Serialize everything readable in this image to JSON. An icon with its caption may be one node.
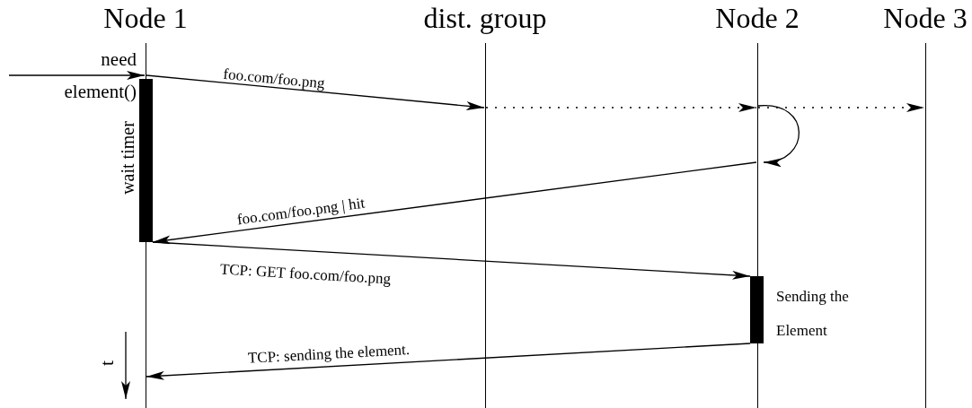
{
  "diagram": {
    "nodes": [
      {
        "text": [
          "Node 1"
        ]
      },
      {
        "text": [
          "dist. group"
        ]
      },
      {
        "text": [
          "Node 2"
        ]
      },
      {
        "text": [
          "Node 3"
        ]
      },
      {
        "text": [],
        "shape": "bar",
        "beside": [
          "wait timer"
        ]
      },
      {
        "text": [],
        "shape": "bar",
        "beside": [
          "Sending the Element"
        ]
      }
    ],
    "edges": [
      {
        "from": null,
        "to": 0,
        "arrow": "to",
        "label": "need element()"
      },
      {
        "from": 0,
        "to": 1,
        "arrow": "to",
        "label": "foo.com/foo.png"
      },
      {
        "from": 1,
        "to": 2,
        "arrow": "to",
        "style": "dashed"
      },
      {
        "from": 2,
        "to": 3,
        "arrow": "to",
        "style": "dashed"
      },
      {
        "from": 2,
        "to": 2,
        "arrow": "to"
      },
      {
        "from": 2,
        "to": 4,
        "arrow": "to",
        "label": "foo.com/foo.png | hit"
      },
      {
        "from": 4,
        "to": 5,
        "arrow": "to",
        "label": "TCP: GET foo.com/foo.png"
      },
      {
        "from": 5,
        "to": 0,
        "arrow": "to",
        "label": "TCP: sending the element."
      }
    ],
    "labels": [
      "t"
    ]
  }
}
